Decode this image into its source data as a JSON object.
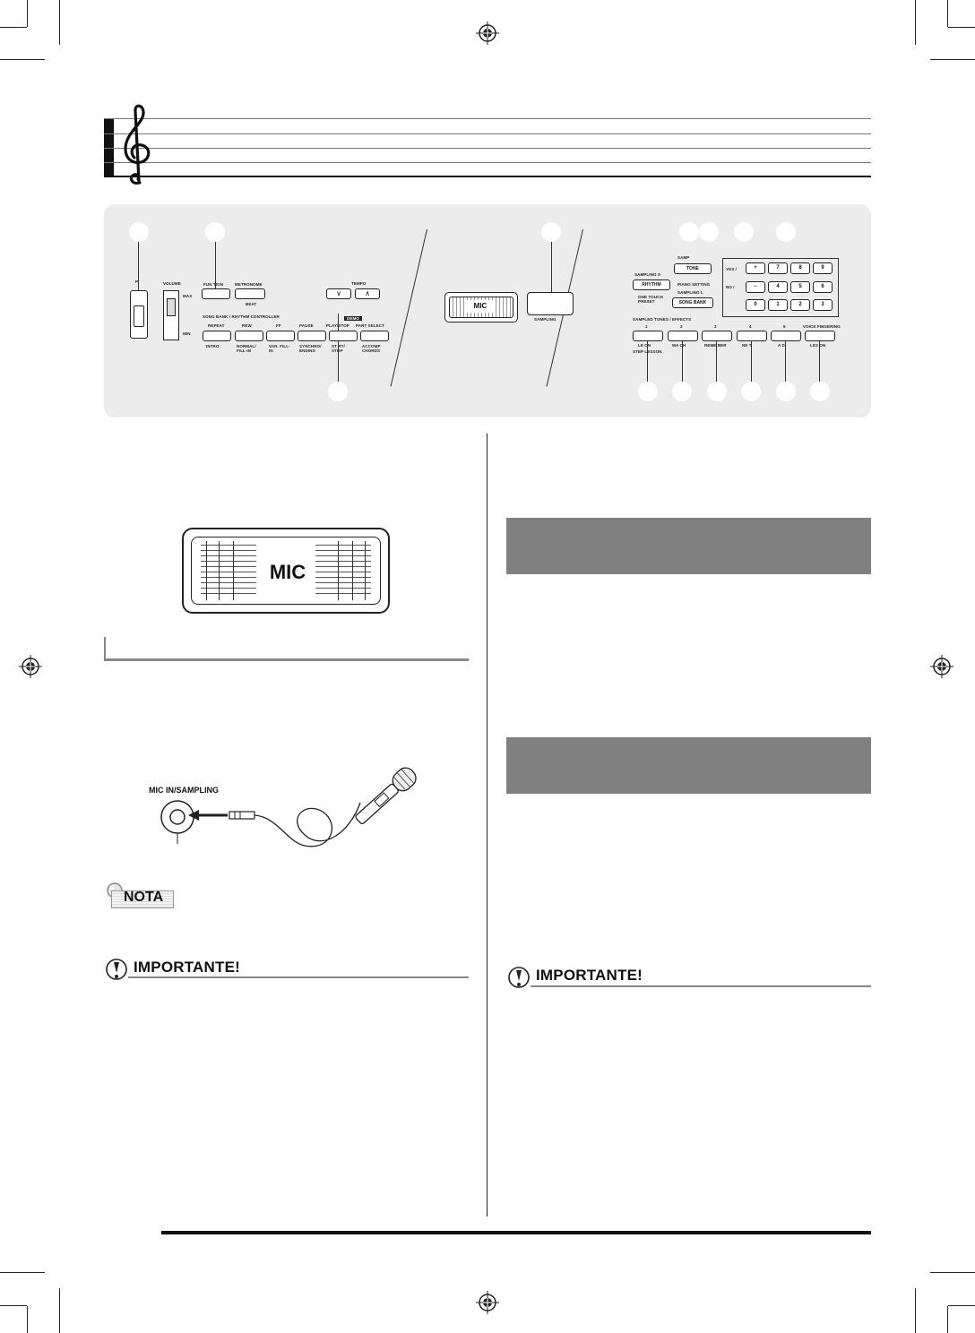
{
  "panel": {
    "power_label": "P",
    "volume_label": "VOLUME",
    "volume_max": "MAX",
    "volume_min": "MIN",
    "function_label": "FUN  TION",
    "metronome_label": "METRONOME",
    "beat_label": "BEAT",
    "tempo_label": "TEMPO",
    "song_bank_label": "SONG BANK / RHYTHM CONTROLLER",
    "controller_buttons": [
      "REPEAT",
      "REW",
      "FF",
      "PAUSE",
      "PLAY/STOP",
      "PART SELECT"
    ],
    "controller_sub": [
      "INTRO",
      "NORMAL/ FILL-IN",
      "VAR. FILL-IN",
      "SYNCHRO/ ENDING",
      "ST  RT/ STOP",
      "ACCOMP CHORDS"
    ],
    "demo_label": "DEMO",
    "mic_label": "MIC",
    "sampling_label": "SAMPLING",
    "sampling_s_label": "SAMPLING S",
    "sampling_l_label": "SAMPLING L",
    "rhythm_label": "RHYTHM",
    "tone_label": "TONE",
    "samp_label": "SAMP",
    "song_bank_btn": "SONG BANK",
    "piano_setting_label": "PIANO SETTING",
    "one_touch_label": "ONE TOUCH PRESET",
    "yes_label": "YES /",
    "no_label": "NO /",
    "numpad_row1": [
      "+",
      "7",
      "8",
      "9"
    ],
    "numpad_row2": [
      "−",
      "4",
      "5",
      "6"
    ],
    "numpad_row3": [
      "0",
      "1",
      "2",
      "3"
    ],
    "sampled_tones_label": "SAMPLED TONES / EFFECTS",
    "sampled_nums": [
      "1",
      "2",
      "3",
      "4",
      "5"
    ],
    "voice_fingering": "VOICE FINGERING",
    "lesson_labels": [
      "LE  ON",
      "WA  CH",
      "REME  BER",
      "NE  T",
      "A  D",
      "LES  ON"
    ],
    "step_lesson": "STEP   LESSON"
  },
  "mic_large_label": "MIC",
  "mic_in_label": "MIC IN/SAMPLING",
  "nota_label": "NOTA",
  "importante_left": "IMPORTANTE!",
  "importante_right": "IMPORTANTE!",
  "colors": {
    "panel_bg": "#ececec",
    "header_gray": "#808080",
    "text": "#111111"
  }
}
